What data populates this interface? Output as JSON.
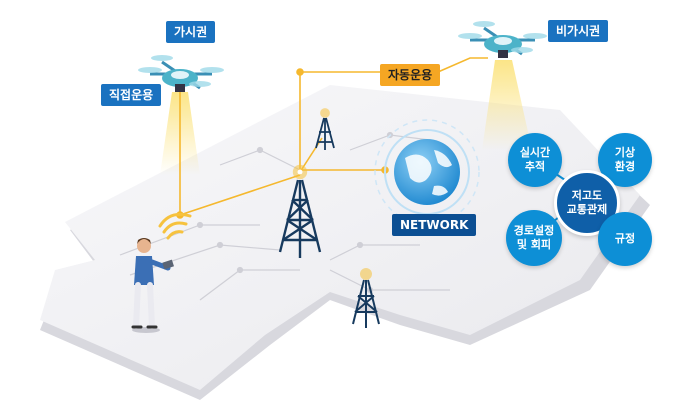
{
  "labels": {
    "visible_range": "가시권",
    "direct_operation": "직접운용",
    "auto_operation": "자동운용",
    "beyond_visual": "비가시권",
    "network": "NETWORK"
  },
  "atm": {
    "center": "저고도\n교통관제",
    "tracking": "실시간\n추적",
    "weather": "기상\n환경",
    "routing": "경로설정\n및 회피",
    "regulation": "규정"
  },
  "colors": {
    "label_blue": "#1a72c0",
    "accent_orange": "#f5a623",
    "circle_blue": "#0d8fd6",
    "center_blue": "#0f5fa8",
    "network_navy": "#0c4f93",
    "signal_yellow": "#f6c23e"
  }
}
